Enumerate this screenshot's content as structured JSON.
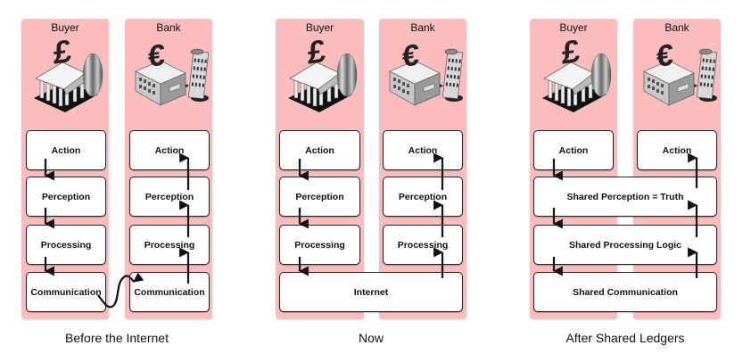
{
  "colors": {
    "column_bg": "#fbbcbe",
    "box_border": "#222222",
    "arrow": "#111111"
  },
  "panels": [
    {
      "caption": "Before the Internet",
      "buyer": {
        "title": "Buyer",
        "icon": "pound-bank-icon"
      },
      "bank": {
        "title": "Bank",
        "icon": "euro-bank-icon"
      },
      "buyer_boxes": [
        "Action",
        "Perception",
        "Processing",
        "Communication"
      ],
      "bank_boxes": [
        "Action",
        "Perception",
        "Processing",
        "Communication"
      ]
    },
    {
      "caption": "Now",
      "buyer": {
        "title": "Buyer",
        "icon": "pound-bank-icon"
      },
      "bank": {
        "title": "Bank",
        "icon": "euro-bank-icon"
      },
      "buyer_boxes": [
        "Action",
        "Perception",
        "Processing"
      ],
      "bank_boxes": [
        "Action",
        "Perception",
        "Processing"
      ],
      "shared_boxes": [
        "Internet"
      ]
    },
    {
      "caption": "After Shared Ledgers",
      "buyer": {
        "title": "Buyer",
        "icon": "pound-bank-icon"
      },
      "bank": {
        "title": "Bank",
        "icon": "euro-bank-icon"
      },
      "buyer_boxes": [
        "Action"
      ],
      "bank_boxes": [
        "Action"
      ],
      "shared_boxes": [
        "Shared Perception = Truth",
        "Shared Processing Logic",
        "Shared Communication"
      ]
    }
  ]
}
